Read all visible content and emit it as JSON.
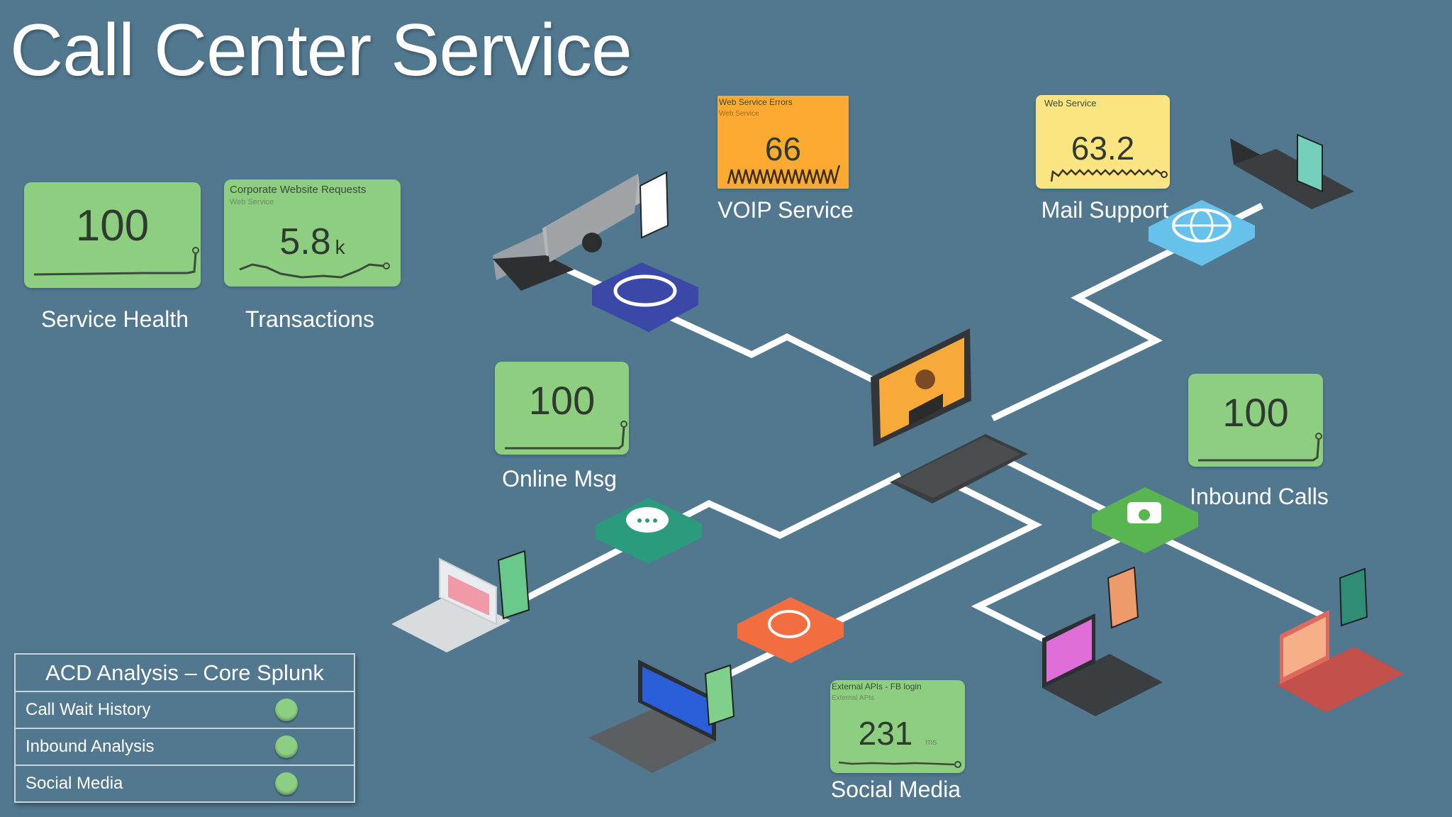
{
  "title": "Call Center Service",
  "colors": {
    "background": "#51788f",
    "tile_green": "#8dce80",
    "tile_orange": "#fcaa32",
    "tile_yellow": "#fbe583",
    "status_ok": "#8dcf82"
  },
  "tiles": {
    "service_health": {
      "value": "100",
      "caption": "Service Health"
    },
    "transactions": {
      "title": "Corporate Website Requests",
      "subtitle": "Web Service",
      "value": "5.8",
      "unit": "k",
      "caption": "Transactions"
    },
    "voip": {
      "title": "Web Service Errors",
      "subtitle": "Web Service",
      "value": "66",
      "caption": "VOIP Service"
    },
    "mail": {
      "title": "Web Service",
      "value": "63.2",
      "caption": "Mail Support"
    },
    "online_msg": {
      "value": "100",
      "caption": "Online Msg"
    },
    "inbound_calls": {
      "value": "100",
      "caption": "Inbound Calls"
    },
    "social_media": {
      "title": "External APIs - FB login",
      "subtitle": "External APIs",
      "value": "231",
      "unit": "ms",
      "caption": "Social Media"
    }
  },
  "acd_panel": {
    "title": "ACD Analysis – Core Splunk",
    "rows": [
      {
        "label": "Call Wait History",
        "status": "ok"
      },
      {
        "label": "Inbound Analysis",
        "status": "ok"
      },
      {
        "label": "Social Media",
        "status": "ok"
      }
    ]
  },
  "icons": {
    "headset_hub": "headset-icon",
    "voip_hub": "phone-icon",
    "mail_hub": "globe-icon",
    "chat_hub": "chat-icon",
    "social_hub": "social-icon",
    "phone_hub": "telephone-icon",
    "agent": "agent-workstation-icon"
  }
}
